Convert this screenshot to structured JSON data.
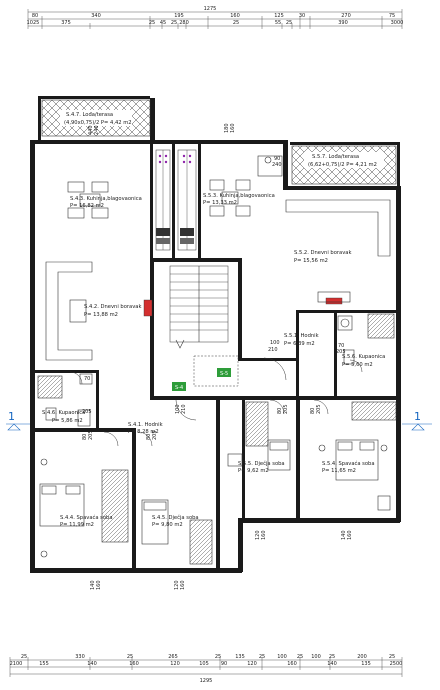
{
  "colors": {
    "wall": "#1a1a1a",
    "section": "#1565c0",
    "stair_label": "#2e9d3a",
    "chimney": "#d32f2f"
  },
  "dims_top": {
    "total": "1275",
    "row1": [
      "80",
      "340",
      "195",
      "160",
      "125",
      "30",
      "270",
      "75"
    ],
    "row2": [
      "1025",
      "375",
      "25",
      "45",
      "25",
      "280",
      "25",
      "55",
      "25",
      "390",
      "3000"
    ]
  },
  "dims_bottom": {
    "total": "1295",
    "row1": [
      "2100",
      "155",
      "140",
      "160",
      "120",
      "105",
      "90",
      "120",
      "160",
      "140",
      "135",
      "2500"
    ],
    "row2": [
      "25",
      "330",
      "25",
      "265",
      "25",
      "135",
      "25",
      "100",
      "25",
      "100",
      "25",
      "200",
      "25"
    ]
  },
  "section": {
    "left": "1",
    "right": "1"
  },
  "rooms": {
    "loggia_left": {
      "name": "S.4.7. Lođa/terasa",
      "area": "(4,90x0,75)/2 P= 4,42 m2"
    },
    "loggia_right": {
      "name": "S.5.7. Lođa/terasa",
      "area": "(6,62+0,75)/2 P= 4,21 m2"
    },
    "kitchen_4": {
      "name": "S.4.3. Kuhinja,blagovaonica",
      "area": "P= 16,82 m2"
    },
    "kitchen_5": {
      "name": "S.5.3. Kuhinja,blagovaonica",
      "area": "P= 13,33 m2"
    },
    "living_4": {
      "name": "S.4.2. Dnevni boravak",
      "area": "P= 13,88 m2"
    },
    "living_5": {
      "name": "S.5.2. Dnevni boravak",
      "area": "P= 15,56 m2"
    },
    "hall_5": {
      "name": "S.5.1. Hodnik",
      "area": "P= 6,39 m2"
    },
    "bath_5": {
      "name": "S.5.6. Kupaonica",
      "area": "P= 5,60 m2"
    },
    "bath_4": {
      "name": "S.4.6. Kupaonica",
      "area": "P= 5,86 m2"
    },
    "hall_4": {
      "name": "S.4.1. Hodnik",
      "area": "P= 8,28 m2"
    },
    "child_5": {
      "name": "S.5.5. Dječja soba",
      "area": "P= 9,62 m2"
    },
    "bed_5": {
      "name": "S.5.4. Spavaća soba",
      "area": "P= 11,65 m2"
    },
    "bed_4": {
      "name": "S.4.4. Spavaća soba",
      "area": "P= 11,99 m2"
    },
    "child_4": {
      "name": "S.4.5. Dječja soba",
      "area": "P= 9,80 m2"
    }
  },
  "stairs": {
    "left": "S-4",
    "right": "S-5"
  },
  "openings": {
    "d180": [
      "180",
      "160"
    ],
    "d90": [
      "90",
      "240"
    ],
    "d70a": [
      "70",
      "205"
    ],
    "d70b": [
      "70",
      "205"
    ],
    "d100e": [
      "100",
      "210"
    ],
    "d100v": [
      "100",
      "210"
    ],
    "d80a": [
      "80",
      "205"
    ],
    "d80b": [
      "80",
      "205"
    ],
    "d80c": [
      "80",
      "205"
    ],
    "d80d": [
      "80",
      "205"
    ],
    "d120a": [
      "120",
      "160"
    ],
    "d140a": [
      "140",
      "160"
    ],
    "d140b": [
      "140",
      "160"
    ],
    "d120b": [
      "120",
      "160"
    ],
    "d440": [
      "440",
      "240"
    ]
  }
}
